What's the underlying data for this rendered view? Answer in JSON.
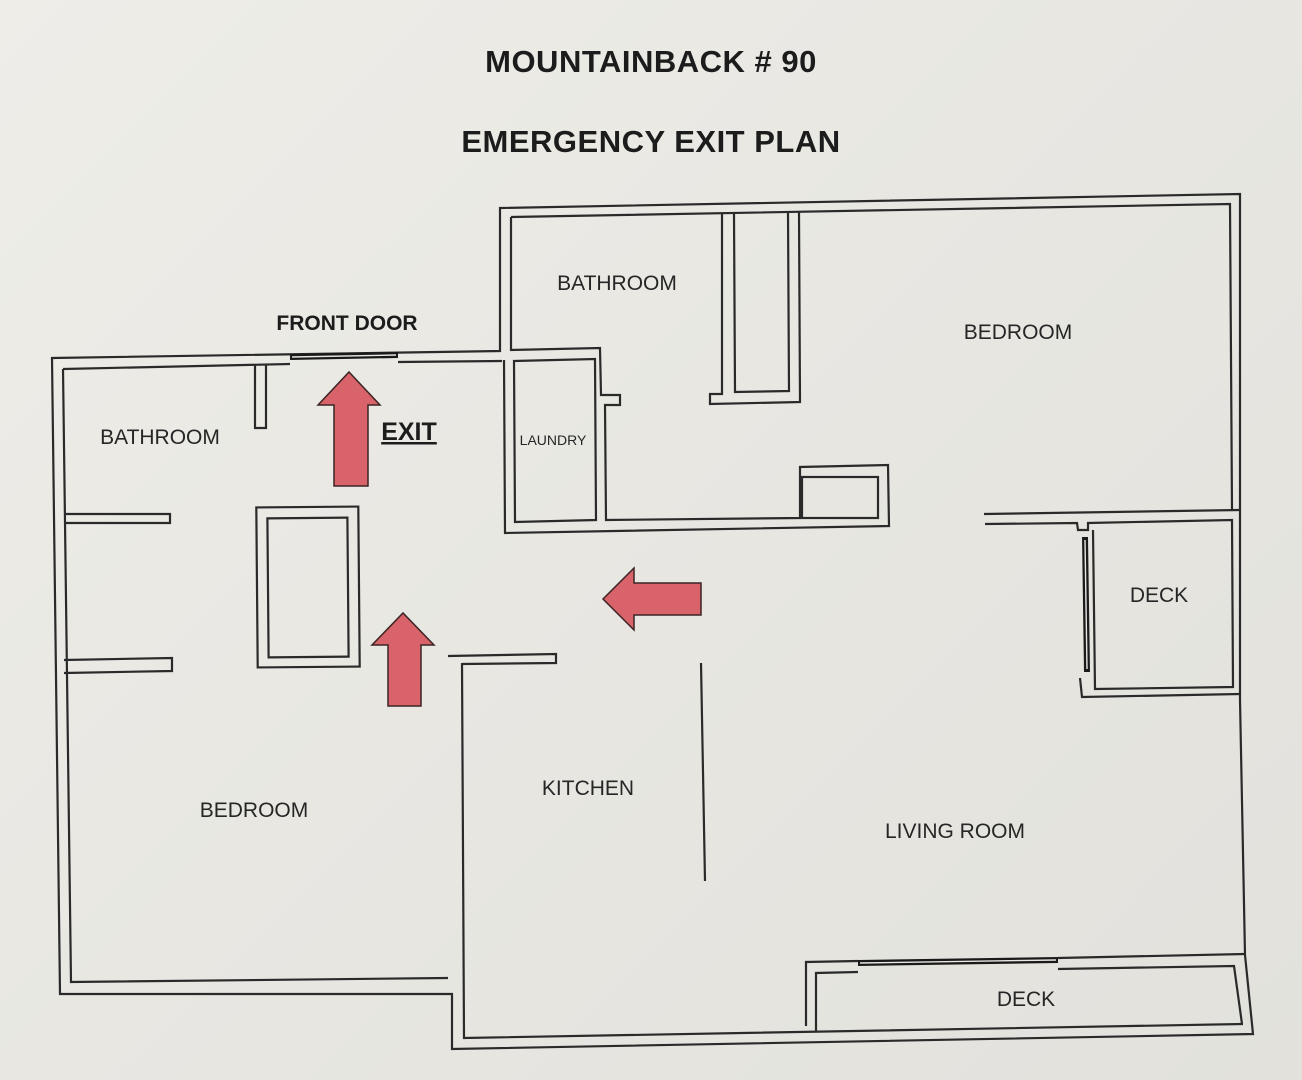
{
  "header": {
    "title": "MOUNTAINBACK # 90",
    "subtitle": "EMERGENCY EXIT PLAN"
  },
  "rooms": {
    "bathroom_left": "BATHROOM",
    "bathroom_top": "BATHROOM",
    "bedroom_right": "BEDROOM",
    "bedroom_left": "BEDROOM",
    "laundry": "LAUNDRY",
    "kitchen": "KITCHEN",
    "living_room": "LIVING ROOM",
    "deck_right": "DECK",
    "deck_bottom": "DECK"
  },
  "labels": {
    "front_door": "FRONT DOOR",
    "exit": "EXIT"
  },
  "colors": {
    "arrow_fill": "#d9636b",
    "wall": "#2a2a2a",
    "paper": "#e9e8e3"
  },
  "icons": {
    "exit_arrow": "arrow-up-icon",
    "route_arrow": "arrow-left-icon"
  }
}
